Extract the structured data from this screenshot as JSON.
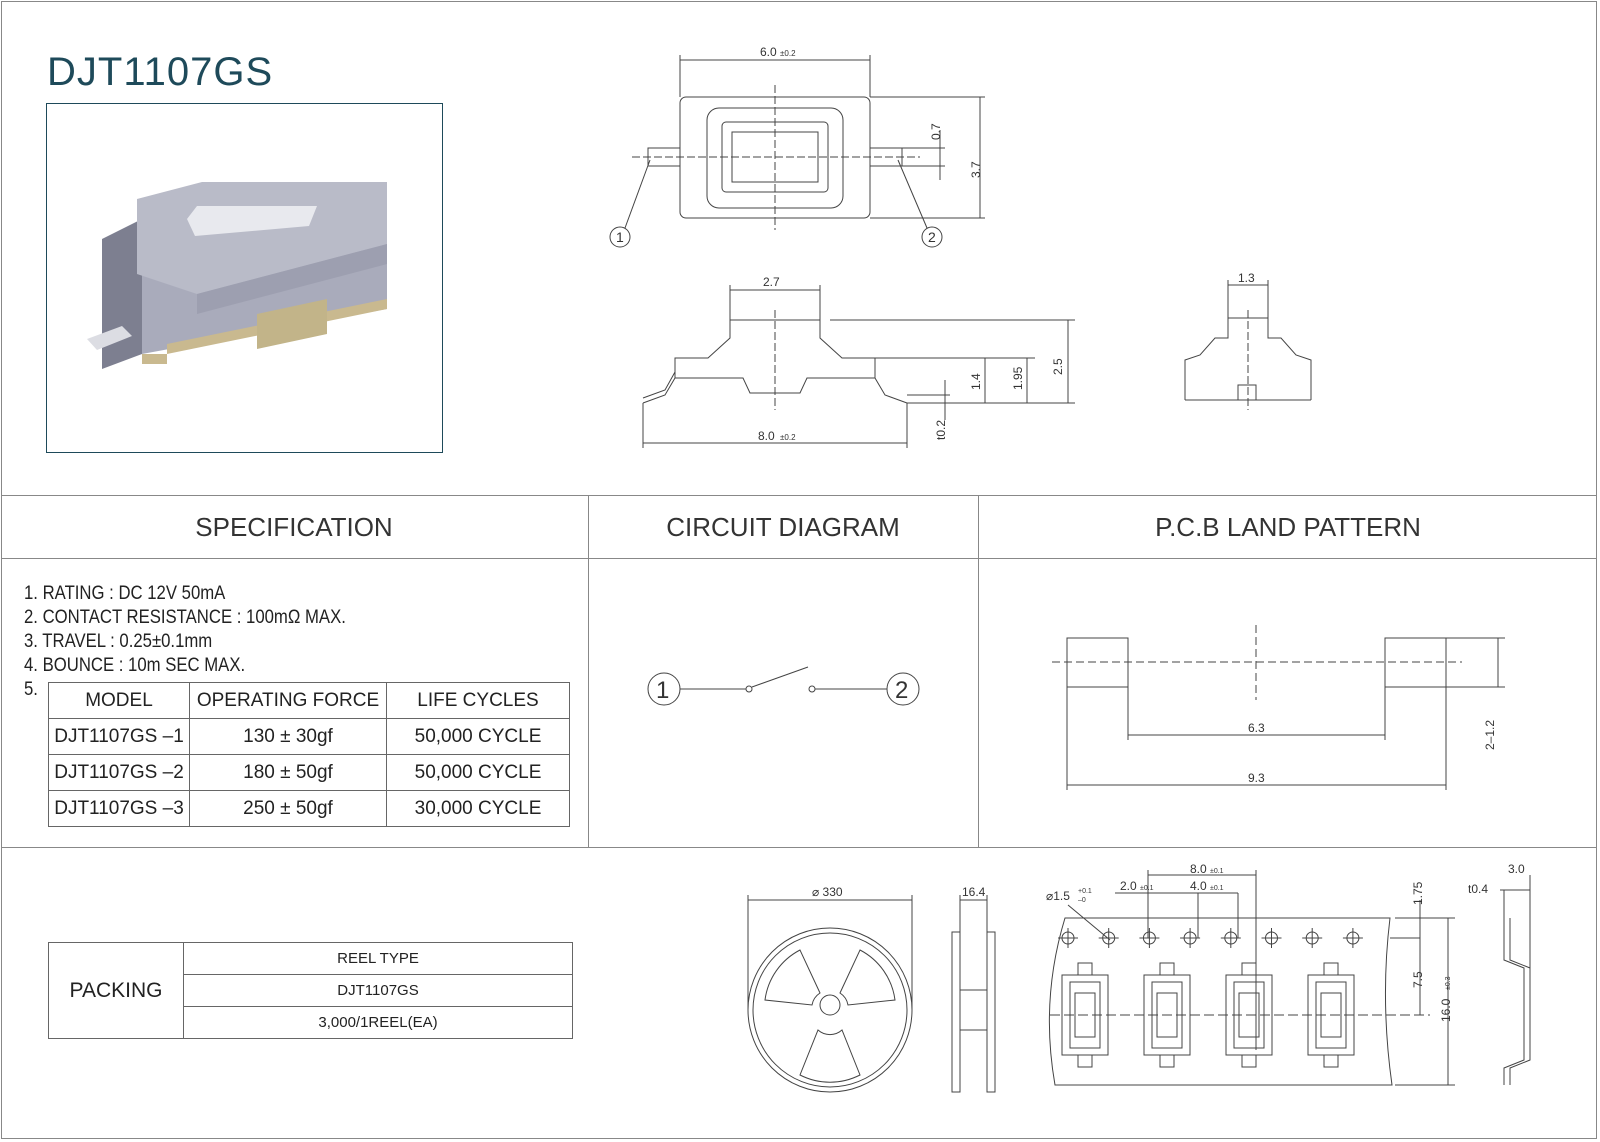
{
  "title": "DJT1107GS",
  "sections": {
    "specification": "SPECIFICATION",
    "circuit": "CIRCUIT DIAGRAM",
    "pcb": "P.C.B LAND PATTERN"
  },
  "spec_items": [
    "1. RATING : DC 12V 50mA",
    "2. CONTACT RESISTANCE : 100mΩ  MAX.",
    "3. TRAVEL : 0.25±0.1mm",
    "4. BOUNCE : 10m SEC MAX.",
    "5."
  ],
  "model_table": {
    "headers": [
      "MODEL",
      "OPERATING FORCE",
      "LIFE CYCLES"
    ],
    "rows": [
      [
        "DJT1107GS –1",
        "130  ±  30gf",
        "50,000 CYCLE"
      ],
      [
        "DJT1107GS –2",
        "180  ±  50gf",
        "50,000 CYCLE"
      ],
      [
        "DJT1107GS –3",
        "250  ±  50gf",
        "30,000 CYCLE"
      ]
    ]
  },
  "packing": {
    "label": "PACKING",
    "rows": [
      "REEL TYPE",
      "DJT1107GS",
      "3,000/1REEL(EA)"
    ]
  },
  "dims": {
    "top_width": "6.0",
    "tol02": "±0.2",
    "pin_w": "0.7",
    "height": "3.7",
    "pin1": "1",
    "pin2": "2",
    "button_w": "2.7",
    "d14": "1.4",
    "d195": "1.95",
    "d25": "2.5",
    "t02": "t0.2",
    "total_w": "8.0",
    "side_w": "1.3",
    "pcb_63": "6.3",
    "pcb_93": "9.3",
    "pcb_pad": "2–1.2",
    "reel_dia": "⌀ 330",
    "reel_w": "16.4",
    "hole_dia": "⌀1.5",
    "hole_tol_p": "+0.1",
    "hole_tol_m": "–0",
    "p20": "2.0",
    "p80": "8.0",
    "p40": "4.0",
    "tol01": "±0.1",
    "d175": "1.75",
    "d75": "7.5",
    "d160": "16.0",
    "tol03": "±0.3",
    "t04": "t0.4",
    "d30": "3.0"
  },
  "circuit": {
    "pin1": "1",
    "pin2": "2"
  }
}
